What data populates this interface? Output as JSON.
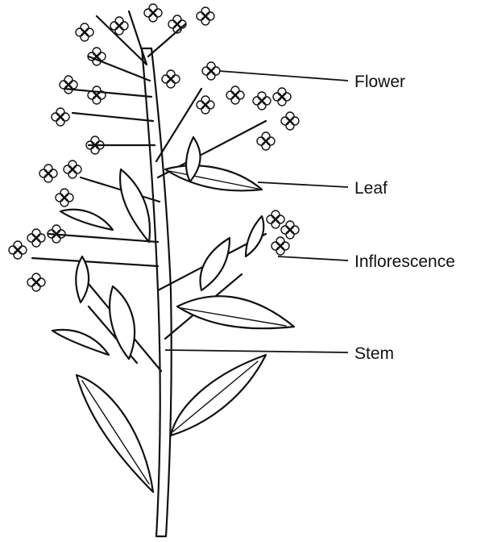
{
  "diagram": {
    "labels": {
      "flower": "Flower",
      "leaf": "Leaf",
      "inflorescence": "Inflorescence",
      "stem": "Stem"
    },
    "ink_color": "#111111",
    "background": "#ffffff"
  }
}
